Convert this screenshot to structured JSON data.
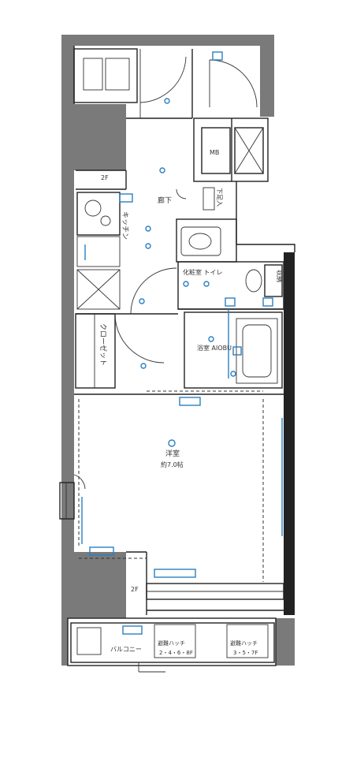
{
  "rooms": {
    "hallway": "廊下",
    "kitchen": "キッチン",
    "toilet": "化粧室 トイレ",
    "bath": "浴室 AIOBU",
    "closet": "クローゼット",
    "living": "洋室",
    "living_size": "約7.0帖",
    "balcony": "バルコニー",
    "shoe_box": "下足入",
    "storage": "収納",
    "ps_upper": "2F",
    "ps_lower": "2F",
    "mb": "MB",
    "unit_a": "避難ハッチ",
    "unit_a_sub": "2・4・6・8F",
    "unit_b": "避難ハッチ",
    "unit_b_sub": "3・5・7F"
  },
  "colors": {
    "wall": "#7a7a7a",
    "outline": "#222222",
    "electrical": "#2a7fc0"
  }
}
